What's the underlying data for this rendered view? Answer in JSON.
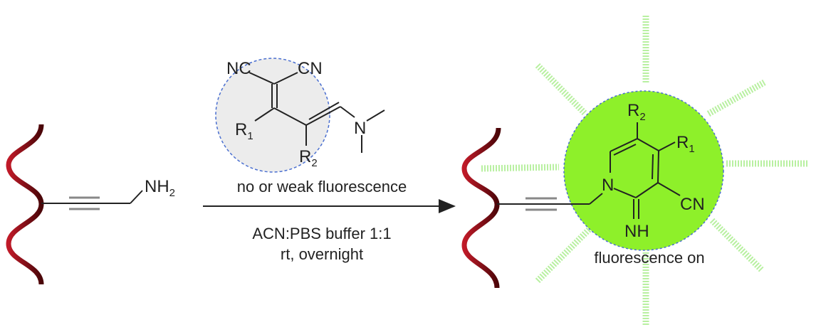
{
  "reactant": {
    "amine_label": "NH",
    "amine_sub": "2"
  },
  "reagent": {
    "nc_left": "NC",
    "cn_right": "CN",
    "r1": "R",
    "r1_sub": "1",
    "r2": "R",
    "r2_sub": "2",
    "n": "N",
    "caption": "no or weak fluorescence"
  },
  "conditions": {
    "line1": "ACN:PBS buffer 1:1",
    "line2": "rt, overnight"
  },
  "product": {
    "r2": "R",
    "r2_sub": "2",
    "r1": "R",
    "r1_sub": "1",
    "n": "N",
    "cn": "CN",
    "nh": "NH",
    "caption": "fluorescence on"
  },
  "colors": {
    "dna": "#8b0f1a",
    "product_glow": "#8ef02a",
    "reagent_fill": "#ececec",
    "circle_border": "#4a6fd0",
    "ray": "#b8f0a0"
  }
}
